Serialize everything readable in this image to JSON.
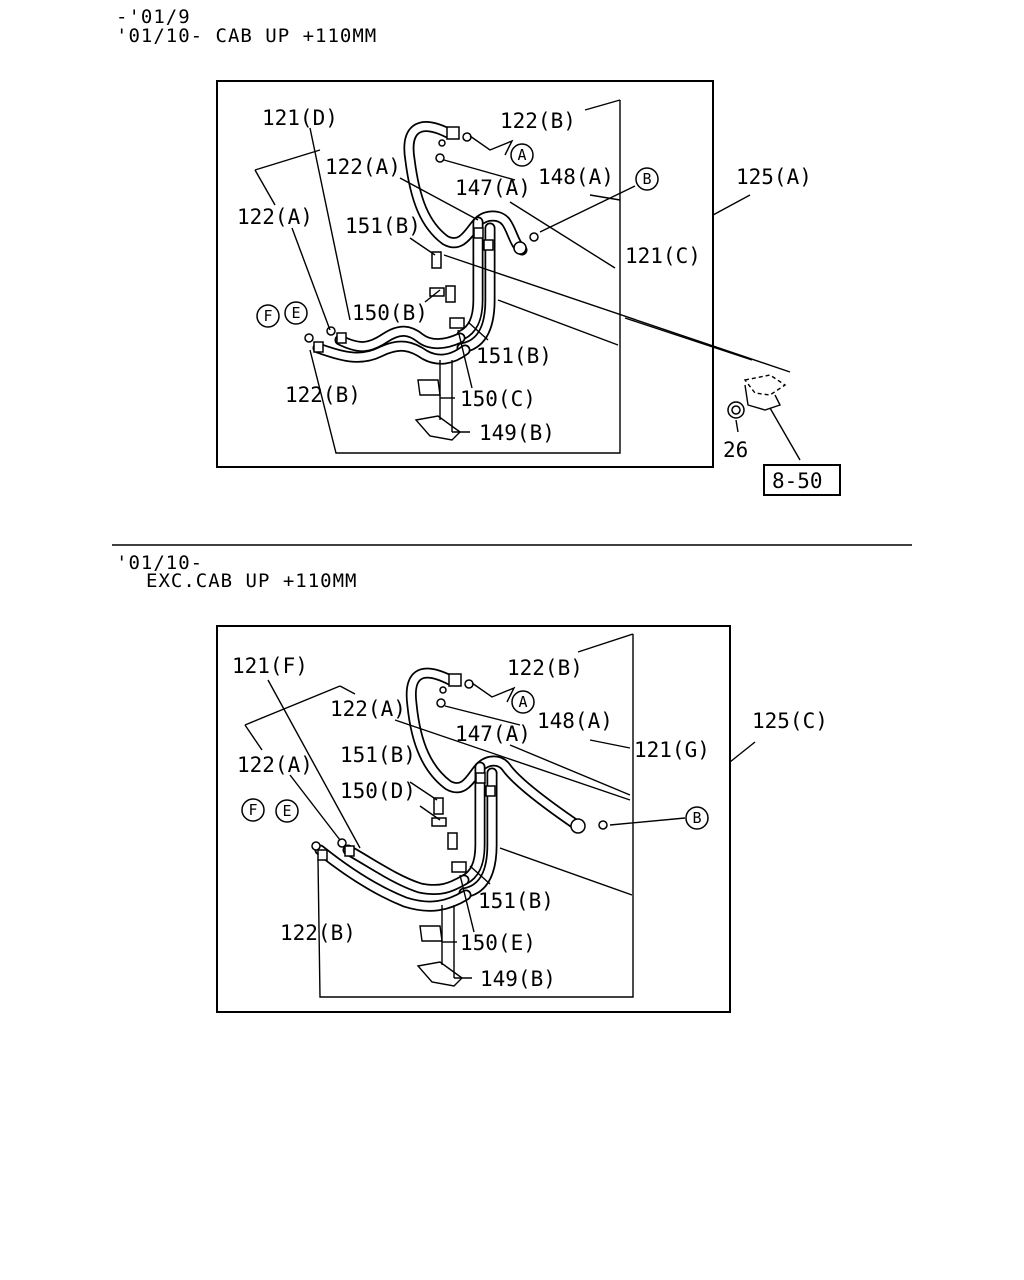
{
  "top": {
    "header_line1": "-'01/9",
    "header_line2": "'01/10- CAB UP +110MM",
    "labels": {
      "l121d": "121(D)",
      "l122b_top": "122(B)",
      "l122a_mid": "122(A)",
      "l148a": "148(A)",
      "l147a": "147(A)",
      "l125a": "125(A)",
      "l122a_left": "122(A)",
      "l151b_top": "151(B)",
      "l121c": "121(C)",
      "l150b": "150(B)",
      "l151b_low": "151(B)",
      "l122b_low": "122(B)",
      "l150c": "150(C)",
      "l149b": "149(B)",
      "l26": "26",
      "l850": "8-50"
    },
    "circles": {
      "a": "A",
      "b": "B",
      "e": "E",
      "f": "F"
    }
  },
  "bottom": {
    "header_line1": "'01/10-",
    "header_line2": "EXC.CAB UP +110MM",
    "labels": {
      "l121f": "121(F)",
      "l122b_top": "122(B)",
      "l122a_mid": "122(A)",
      "l148a": "148(A)",
      "l147a": "147(A)",
      "l121g": "121(G)",
      "l125c": "125(C)",
      "l122a_left": "122(A)",
      "l151b_top": "151(B)",
      "l150d": "150(D)",
      "l151b_low": "151(B)",
      "l122b_low": "122(B)",
      "l150e": "150(E)",
      "l149b": "149(B)"
    },
    "circles": {
      "a": "A",
      "b": "B",
      "e": "E",
      "f": "F"
    }
  }
}
